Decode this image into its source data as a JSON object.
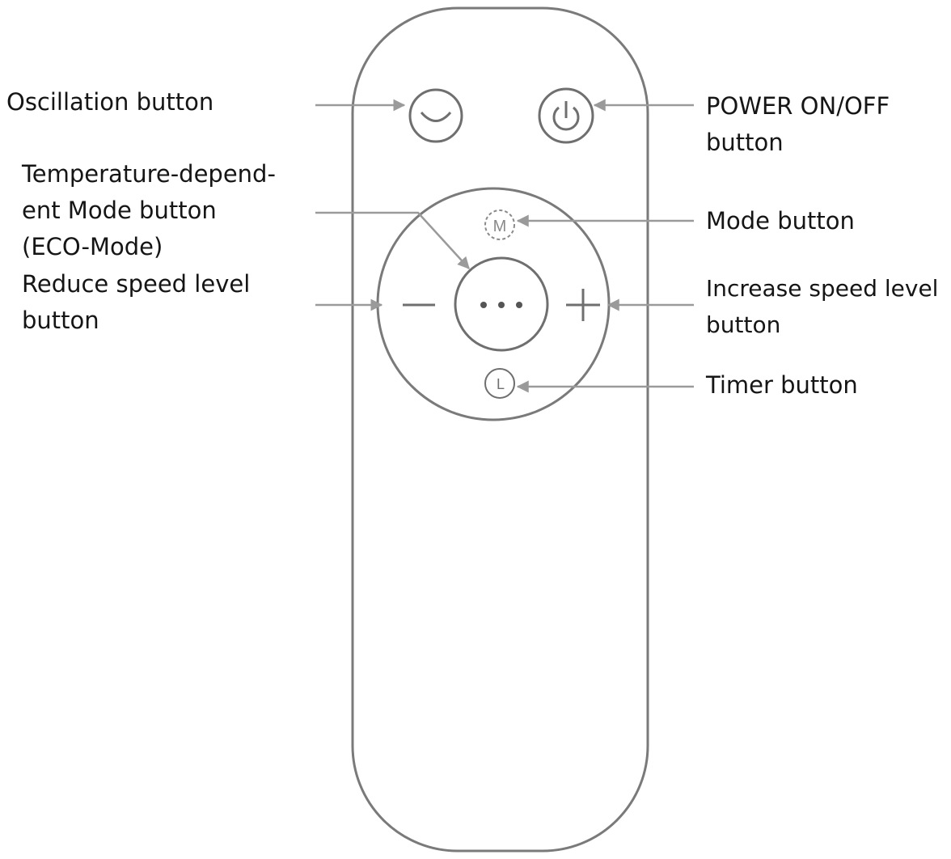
{
  "labels": {
    "oscillation": [
      "Oscillation button"
    ],
    "power": [
      "POWER ON/OFF",
      "button"
    ],
    "temp_mode": [
      "Temperature-depend-",
      "ent Mode button",
      "(ECO-Mode)"
    ],
    "mode": [
      "Mode button"
    ],
    "reduce_speed": [
      "Reduce speed level",
      "button"
    ],
    "increase_speed": [
      "Increase speed level",
      "button"
    ],
    "timer": [
      "Timer button"
    ]
  },
  "icons": {
    "mode_letter": "M",
    "timer_letter": "L"
  },
  "colors": {
    "outline": "#7a7a7a",
    "arrow": "#9a9a9a",
    "text": "#151515"
  }
}
